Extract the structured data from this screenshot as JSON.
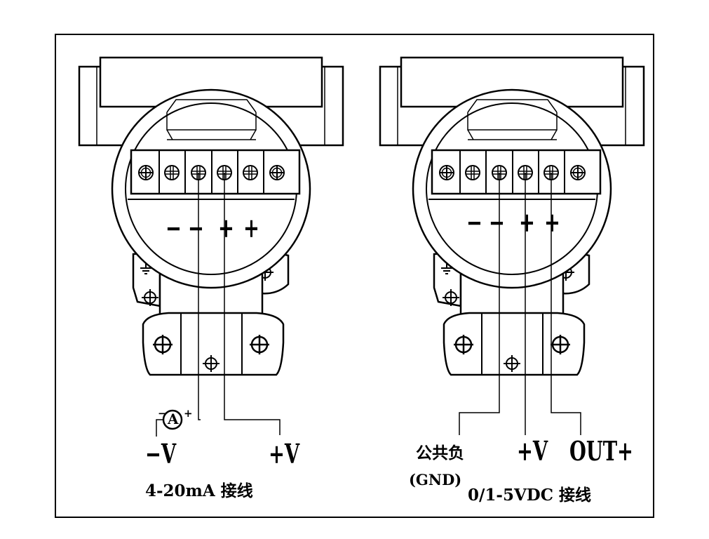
{
  "left_panel": {
    "terminal_signs": [
      "−",
      "−",
      "+",
      "+"
    ],
    "ammeter_symbol": "A",
    "ammeter_minus": "−",
    "ammeter_plus": "+",
    "neg_label": "−V",
    "pos_label": "+V",
    "caption": "4-20mA 接线"
  },
  "right_panel": {
    "terminal_signs": [
      "−",
      "−",
      "+",
      "+"
    ],
    "gnd_label_cn": "公共负",
    "gnd_label_en": "(GND)",
    "pos_label": "+V",
    "out_label": "OUT+",
    "caption": "0/1-5VDC 接线"
  },
  "colors": {
    "line": "#000000",
    "background": "#ffffff"
  }
}
